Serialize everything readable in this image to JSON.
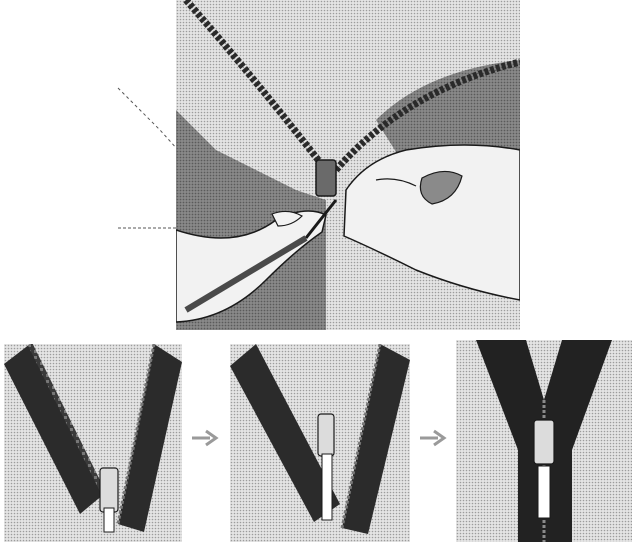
{
  "figure": {
    "title": "",
    "panels": [
      {
        "id": "main",
        "depicts": "hands-inserting-zipper-pin"
      },
      {
        "id": "step-1",
        "depicts": "pin-aligned-with-slider"
      },
      {
        "id": "step-2",
        "depicts": "pin-inserted-into-slider"
      },
      {
        "id": "step-3",
        "depicts": "zipper-closed"
      }
    ],
    "arrows": [
      "right-arrow",
      "right-arrow"
    ]
  },
  "colors": {
    "background": "#ffffff",
    "panel_gray": "#d6d6d6",
    "fabric_dark": "#2b2b2b",
    "fabric_mid": "#9a9a9a",
    "ink": "#1a1a1a",
    "arrow_gray": "#9a9a9a"
  }
}
